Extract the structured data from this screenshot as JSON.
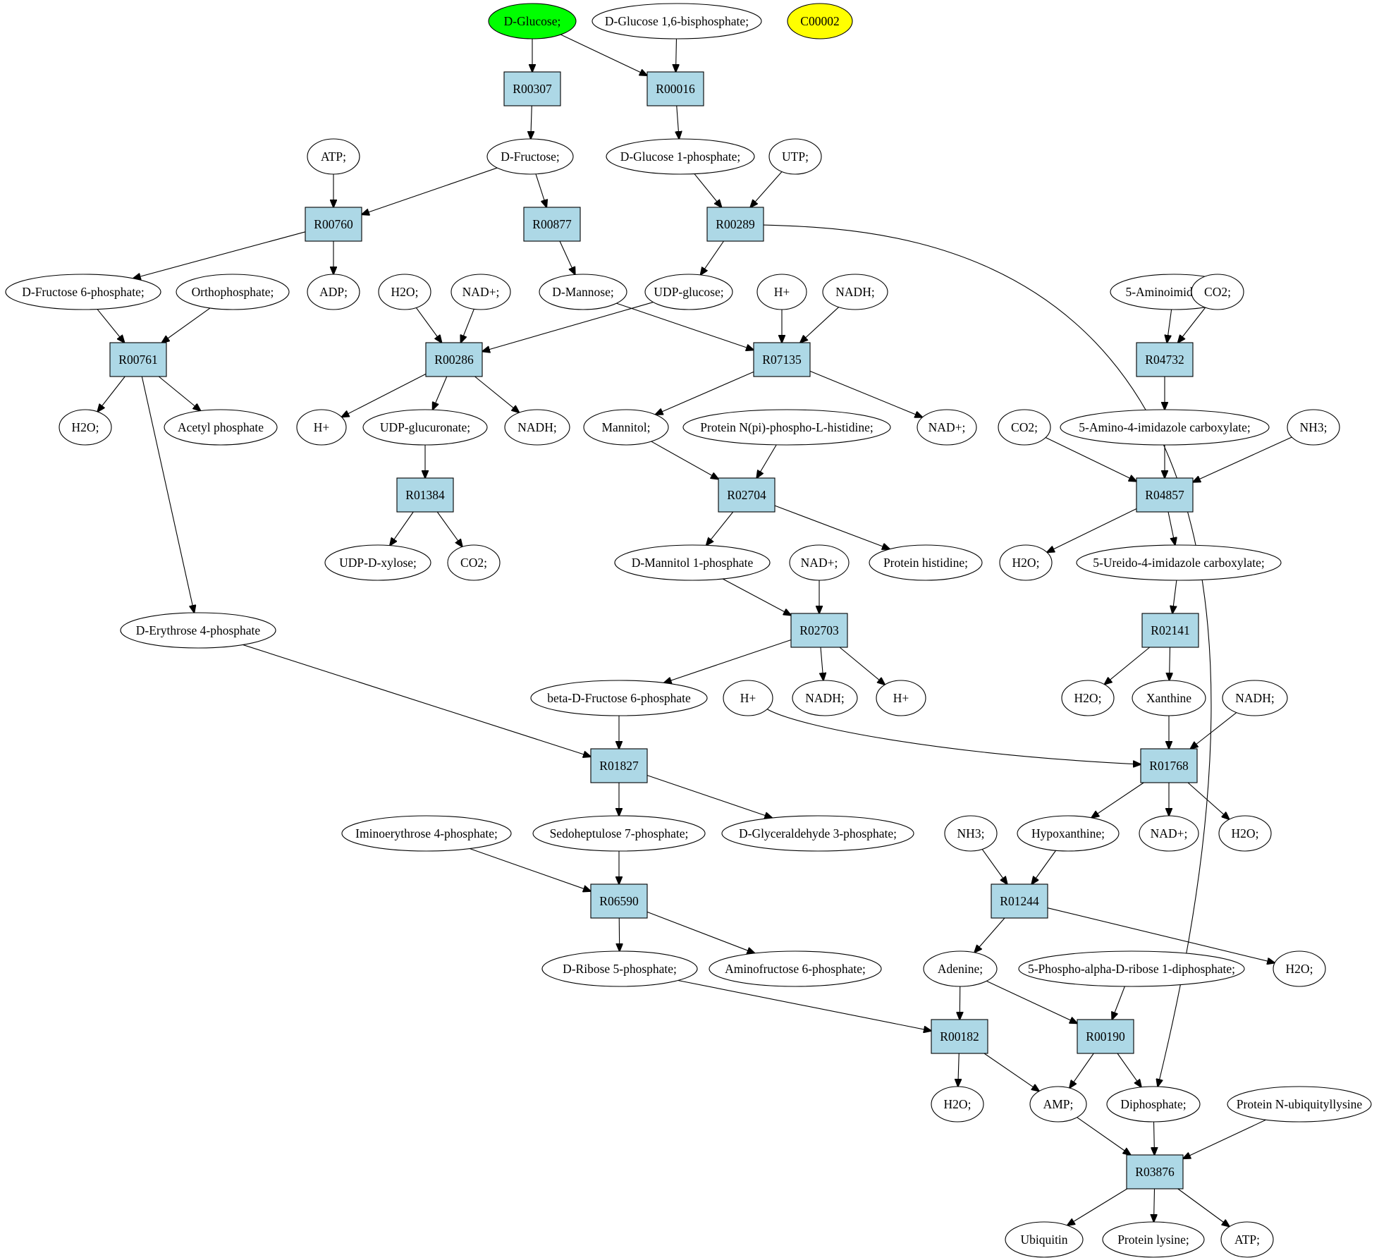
{
  "colors": {
    "background": "#ffffff",
    "start_compound": "#00ff00",
    "highlight_compound": "#ffff00",
    "reaction": "#add8e6",
    "compound": "#ffffff"
  },
  "compounds": [
    {
      "id": "glc",
      "label": "D-Glucose;",
      "style": "start"
    },
    {
      "id": "g16bp",
      "label": "D-Glucose 1,6-bisphosphate;"
    },
    {
      "id": "c00002",
      "label": "C00002",
      "style": "highlight"
    },
    {
      "id": "atp1",
      "label": "ATP;"
    },
    {
      "id": "fru",
      "label": "D-Fructose;"
    },
    {
      "id": "g1p",
      "label": "D-Glucose 1-phosphate;"
    },
    {
      "id": "utp",
      "label": "UTP;"
    },
    {
      "id": "f6p",
      "label": "D-Fructose 6-phosphate;"
    },
    {
      "id": "ortho",
      "label": "Orthophosphate;"
    },
    {
      "id": "adp",
      "label": "ADP;"
    },
    {
      "id": "h2o_a",
      "label": "H2O;"
    },
    {
      "id": "nad_a",
      "label": "NAD+;"
    },
    {
      "id": "man",
      "label": "D-Mannose;"
    },
    {
      "id": "udpg",
      "label": "UDP-glucose;"
    },
    {
      "id": "hp_a",
      "label": "H+"
    },
    {
      "id": "nadh_a",
      "label": "NADH;"
    },
    {
      "id": "aim",
      "label": "5-Aminoimidazole;"
    },
    {
      "id": "co2_a",
      "label": "CO2;"
    },
    {
      "id": "h2o_b",
      "label": "H2O;"
    },
    {
      "id": "acp",
      "label": "Acetyl phosphate"
    },
    {
      "id": "hp_b",
      "label": "H+"
    },
    {
      "id": "udpgluc",
      "label": "UDP-glucuronate;"
    },
    {
      "id": "nadh_b",
      "label": "NADH;"
    },
    {
      "id": "mannitol",
      "label": "Mannitol;"
    },
    {
      "id": "pnhis",
      "label": "Protein N(pi)-phospho-L-histidine;"
    },
    {
      "id": "nad_b",
      "label": "NAD+;"
    },
    {
      "id": "co2_b",
      "label": "CO2;"
    },
    {
      "id": "aica",
      "label": "5-Amino-4-imidazole carboxylate;"
    },
    {
      "id": "nh3_a",
      "label": "NH3;"
    },
    {
      "id": "udpxyl",
      "label": "UDP-D-xylose;"
    },
    {
      "id": "co2_c",
      "label": "CO2;"
    },
    {
      "id": "m1p",
      "label": "D-Mannitol 1-phosphate"
    },
    {
      "id": "nad_c",
      "label": "NAD+;"
    },
    {
      "id": "phis",
      "label": "Protein histidine;"
    },
    {
      "id": "h2o_c",
      "label": "H2O;"
    },
    {
      "id": "uica",
      "label": "5-Ureido-4-imidazole carboxylate;"
    },
    {
      "id": "e4p",
      "label": "D-Erythrose 4-phosphate"
    },
    {
      "id": "bf6p",
      "label": "beta-D-Fructose 6-phosphate"
    },
    {
      "id": "nadh_c",
      "label": "NADH;"
    },
    {
      "id": "hp_c",
      "label": "H+"
    },
    {
      "id": "hp_d",
      "label": "H+"
    },
    {
      "id": "h2o_d",
      "label": "H2O;"
    },
    {
      "id": "xan",
      "label": "Xanthine"
    },
    {
      "id": "nadh_d",
      "label": "NADH;"
    },
    {
      "id": "imer",
      "label": "Iminoerythrose 4-phosphate;"
    },
    {
      "id": "s7p",
      "label": "Sedoheptulose 7-phosphate;"
    },
    {
      "id": "ga3p",
      "label": "D-Glyceraldehyde 3-phosphate;"
    },
    {
      "id": "nh3_b",
      "label": "NH3;"
    },
    {
      "id": "hyp",
      "label": "Hypoxanthine;"
    },
    {
      "id": "nad_d",
      "label": "NAD+;"
    },
    {
      "id": "h2o_e",
      "label": "H2O;"
    },
    {
      "id": "r5p",
      "label": "D-Ribose 5-phosphate;"
    },
    {
      "id": "amf6p",
      "label": "Aminofructose 6-phosphate;"
    },
    {
      "id": "ade",
      "label": "Adenine;"
    },
    {
      "id": "prpp",
      "label": "5-Phospho-alpha-D-ribose 1-diphosphate;"
    },
    {
      "id": "h2o_f",
      "label": "H2O;"
    },
    {
      "id": "h2o_g",
      "label": "H2O;"
    },
    {
      "id": "amp",
      "label": "AMP;"
    },
    {
      "id": "pp",
      "label": "Diphosphate;"
    },
    {
      "id": "publ",
      "label": "Protein N-ubiquityllysine"
    },
    {
      "id": "ubq",
      "label": "Ubiquitin"
    },
    {
      "id": "plys",
      "label": "Protein lysine;"
    },
    {
      "id": "atp2",
      "label": "ATP;"
    }
  ],
  "reactions": [
    {
      "id": "R00307",
      "label": "R00307"
    },
    {
      "id": "R00016",
      "label": "R00016"
    },
    {
      "id": "R00760",
      "label": "R00760"
    },
    {
      "id": "R00877",
      "label": "R00877"
    },
    {
      "id": "R00289",
      "label": "R00289"
    },
    {
      "id": "R00761",
      "label": "R00761"
    },
    {
      "id": "R00286",
      "label": "R00286"
    },
    {
      "id": "R07135",
      "label": "R07135"
    },
    {
      "id": "R04732",
      "label": "R04732"
    },
    {
      "id": "R01384",
      "label": "R01384"
    },
    {
      "id": "R02704",
      "label": "R02704"
    },
    {
      "id": "R04857",
      "label": "R04857"
    },
    {
      "id": "R02703",
      "label": "R02703"
    },
    {
      "id": "R02141",
      "label": "R02141"
    },
    {
      "id": "R01827",
      "label": "R01827"
    },
    {
      "id": "R01768",
      "label": "R01768"
    },
    {
      "id": "R06590",
      "label": "R06590"
    },
    {
      "id": "R01244",
      "label": "R01244"
    },
    {
      "id": "R00182",
      "label": "R00182"
    },
    {
      "id": "R00190",
      "label": "R00190"
    },
    {
      "id": "R03876",
      "label": "R03876"
    }
  ],
  "edges": [
    [
      "glc",
      "R00307"
    ],
    [
      "glc",
      "R00016"
    ],
    [
      "g16bp",
      "R00016"
    ],
    [
      "R00307",
      "fru"
    ],
    [
      "R00016",
      "g1p"
    ],
    [
      "atp1",
      "R00760"
    ],
    [
      "fru",
      "R00760"
    ],
    [
      "fru",
      "R00877"
    ],
    [
      "g1p",
      "R00289"
    ],
    [
      "utp",
      "R00289"
    ],
    [
      "R00760",
      "f6p"
    ],
    [
      "R00760",
      "adp"
    ],
    [
      "R00877",
      "man"
    ],
    [
      "R00289",
      "udpg"
    ],
    [
      "R00289",
      "pp"
    ],
    [
      "f6p",
      "R00761"
    ],
    [
      "ortho",
      "R00761"
    ],
    [
      "h2o_a",
      "R00286"
    ],
    [
      "nad_a",
      "R00286"
    ],
    [
      "udpg",
      "R00286"
    ],
    [
      "man",
      "R07135"
    ],
    [
      "hp_a",
      "R07135"
    ],
    [
      "nadh_a",
      "R07135"
    ],
    [
      "aim",
      "R04732"
    ],
    [
      "co2_a",
      "R04732"
    ],
    [
      "R00761",
      "h2o_b"
    ],
    [
      "R00761",
      "acp"
    ],
    [
      "R00761",
      "e4p"
    ],
    [
      "R00286",
      "hp_b"
    ],
    [
      "R00286",
      "udpgluc"
    ],
    [
      "R00286",
      "nadh_b"
    ],
    [
      "R07135",
      "mannitol"
    ],
    [
      "R07135",
      "nad_b"
    ],
    [
      "R04732",
      "aica"
    ],
    [
      "udpgluc",
      "R01384"
    ],
    [
      "mannitol",
      "R02704"
    ],
    [
      "pnhis",
      "R02704"
    ],
    [
      "co2_b",
      "R04857"
    ],
    [
      "aica",
      "R04857"
    ],
    [
      "nh3_a",
      "R04857"
    ],
    [
      "R01384",
      "udpxyl"
    ],
    [
      "R01384",
      "co2_c"
    ],
    [
      "R02704",
      "m1p"
    ],
    [
      "R02704",
      "phis"
    ],
    [
      "R04857",
      "h2o_c"
    ],
    [
      "R04857",
      "uica"
    ],
    [
      "m1p",
      "R02703"
    ],
    [
      "nad_c",
      "R02703"
    ],
    [
      "uica",
      "R02141"
    ],
    [
      "R02703",
      "bf6p"
    ],
    [
      "R02703",
      "nadh_c"
    ],
    [
      "R02703",
      "hp_c"
    ],
    [
      "R02141",
      "h2o_d"
    ],
    [
      "R02141",
      "xan"
    ],
    [
      "e4p",
      "R01827"
    ],
    [
      "bf6p",
      "R01827"
    ],
    [
      "hp_d",
      "R01768"
    ],
    [
      "xan",
      "R01768"
    ],
    [
      "nadh_d",
      "R01768"
    ],
    [
      "R01827",
      "s7p"
    ],
    [
      "R01827",
      "ga3p"
    ],
    [
      "R01768",
      "hyp"
    ],
    [
      "R01768",
      "nad_d"
    ],
    [
      "R01768",
      "h2o_e"
    ],
    [
      "imer",
      "R06590"
    ],
    [
      "s7p",
      "R06590"
    ],
    [
      "nh3_b",
      "R01244"
    ],
    [
      "hyp",
      "R01244"
    ],
    [
      "R06590",
      "r5p"
    ],
    [
      "R06590",
      "amf6p"
    ],
    [
      "R01244",
      "ade"
    ],
    [
      "R01244",
      "h2o_f"
    ],
    [
      "r5p",
      "R00182"
    ],
    [
      "ade",
      "R00182"
    ],
    [
      "ade",
      "R00190"
    ],
    [
      "prpp",
      "R00190"
    ],
    [
      "R00182",
      "h2o_g"
    ],
    [
      "R00182",
      "amp"
    ],
    [
      "R00190",
      "amp"
    ],
    [
      "R00190",
      "pp"
    ],
    [
      "amp",
      "R03876"
    ],
    [
      "pp",
      "R03876"
    ],
    [
      "publ",
      "R03876"
    ],
    [
      "R03876",
      "ubq"
    ],
    [
      "R03876",
      "plys"
    ],
    [
      "R03876",
      "atp2"
    ]
  ]
}
